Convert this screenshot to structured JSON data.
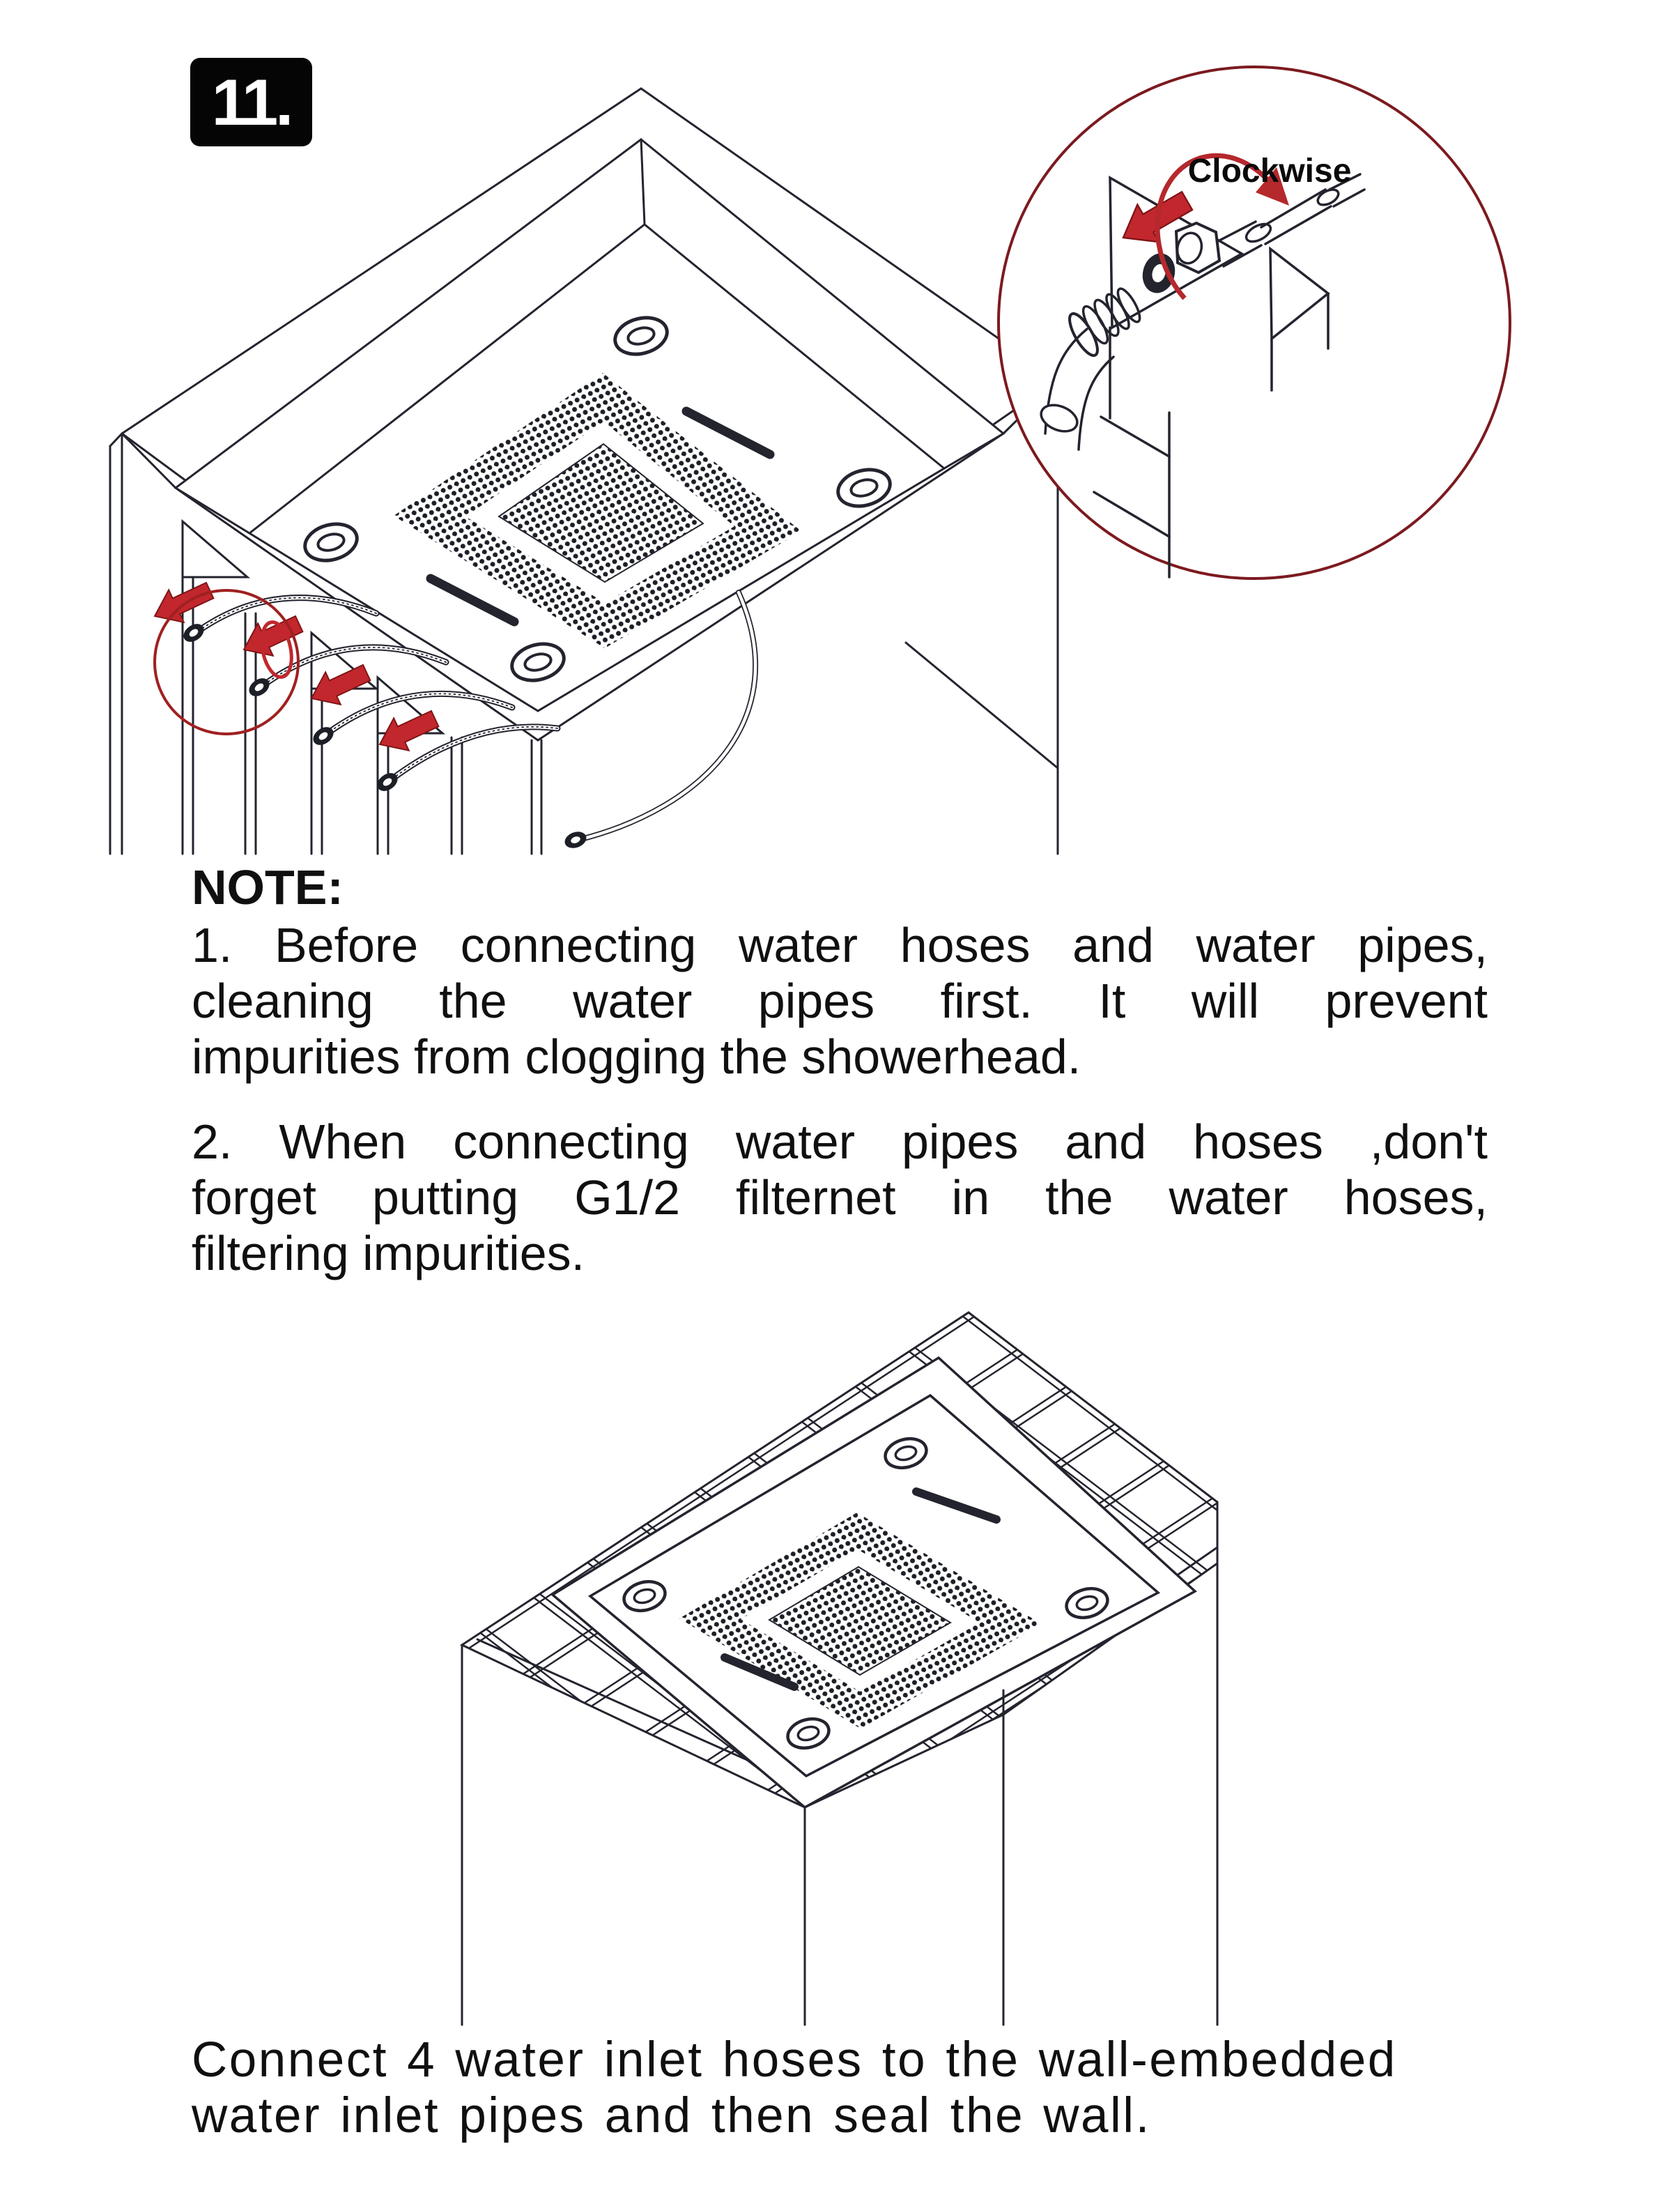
{
  "step_badge": {
    "number": "11."
  },
  "detail_inset": {
    "label": "Clockwise"
  },
  "note": {
    "heading": "NOTE:",
    "paragraphs": [
      {
        "lines": [
          "1. Before connecting water hoses and water pipes,",
          "cleaning the water pipes first. It will prevent",
          "impurities from clogging the showerhead."
        ]
      },
      {
        "lines": [
          "2. When connecting water pipes and hoses ,don't",
          "forget putting G1/2 filternet in the water hoses,",
          "filtering impurities."
        ]
      }
    ]
  },
  "caption": {
    "lines": [
      "Connect 4 water inlet hoses to the wall-embedded",
      "water inlet pipes and then seal the wall."
    ]
  },
  "colors": {
    "line": "#23242e",
    "red_arrow": "#c1272d",
    "red_dark": "#7e1416",
    "rotation_arc": "#b5282c",
    "detail_circle_border": "#7c1a1f",
    "highlight_circle": "#a02020",
    "text": "#111111"
  }
}
